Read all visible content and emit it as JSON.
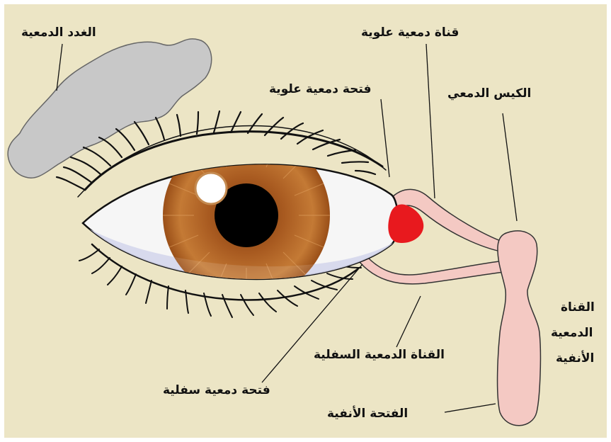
{
  "labels": {
    "lacrimal_gland": "الغدد الدمعية",
    "upper_canaliculus": "قناة دمعية علوية",
    "upper_punctum": "فتحة دمعية علوية",
    "lacrimal_sac": "الكيس الدمعي",
    "nasolacrimal_duct_1": "القناة",
    "nasolacrimal_duct_2": "الدمعية",
    "nasolacrimal_duct_3": "الأنفية",
    "lower_canaliculus": "القناة الدمعية السفلية",
    "lower_punctum": "فتحة دمعية سفلية",
    "nasal_opening": "الفتحة الأنفية"
  },
  "colors": {
    "background": "#ece5c5",
    "gland": "#c8c8c8",
    "iris": "#b6682a",
    "pupil": "#000000",
    "duct": "#f4c9c3",
    "caruncle": "#e8191e"
  }
}
